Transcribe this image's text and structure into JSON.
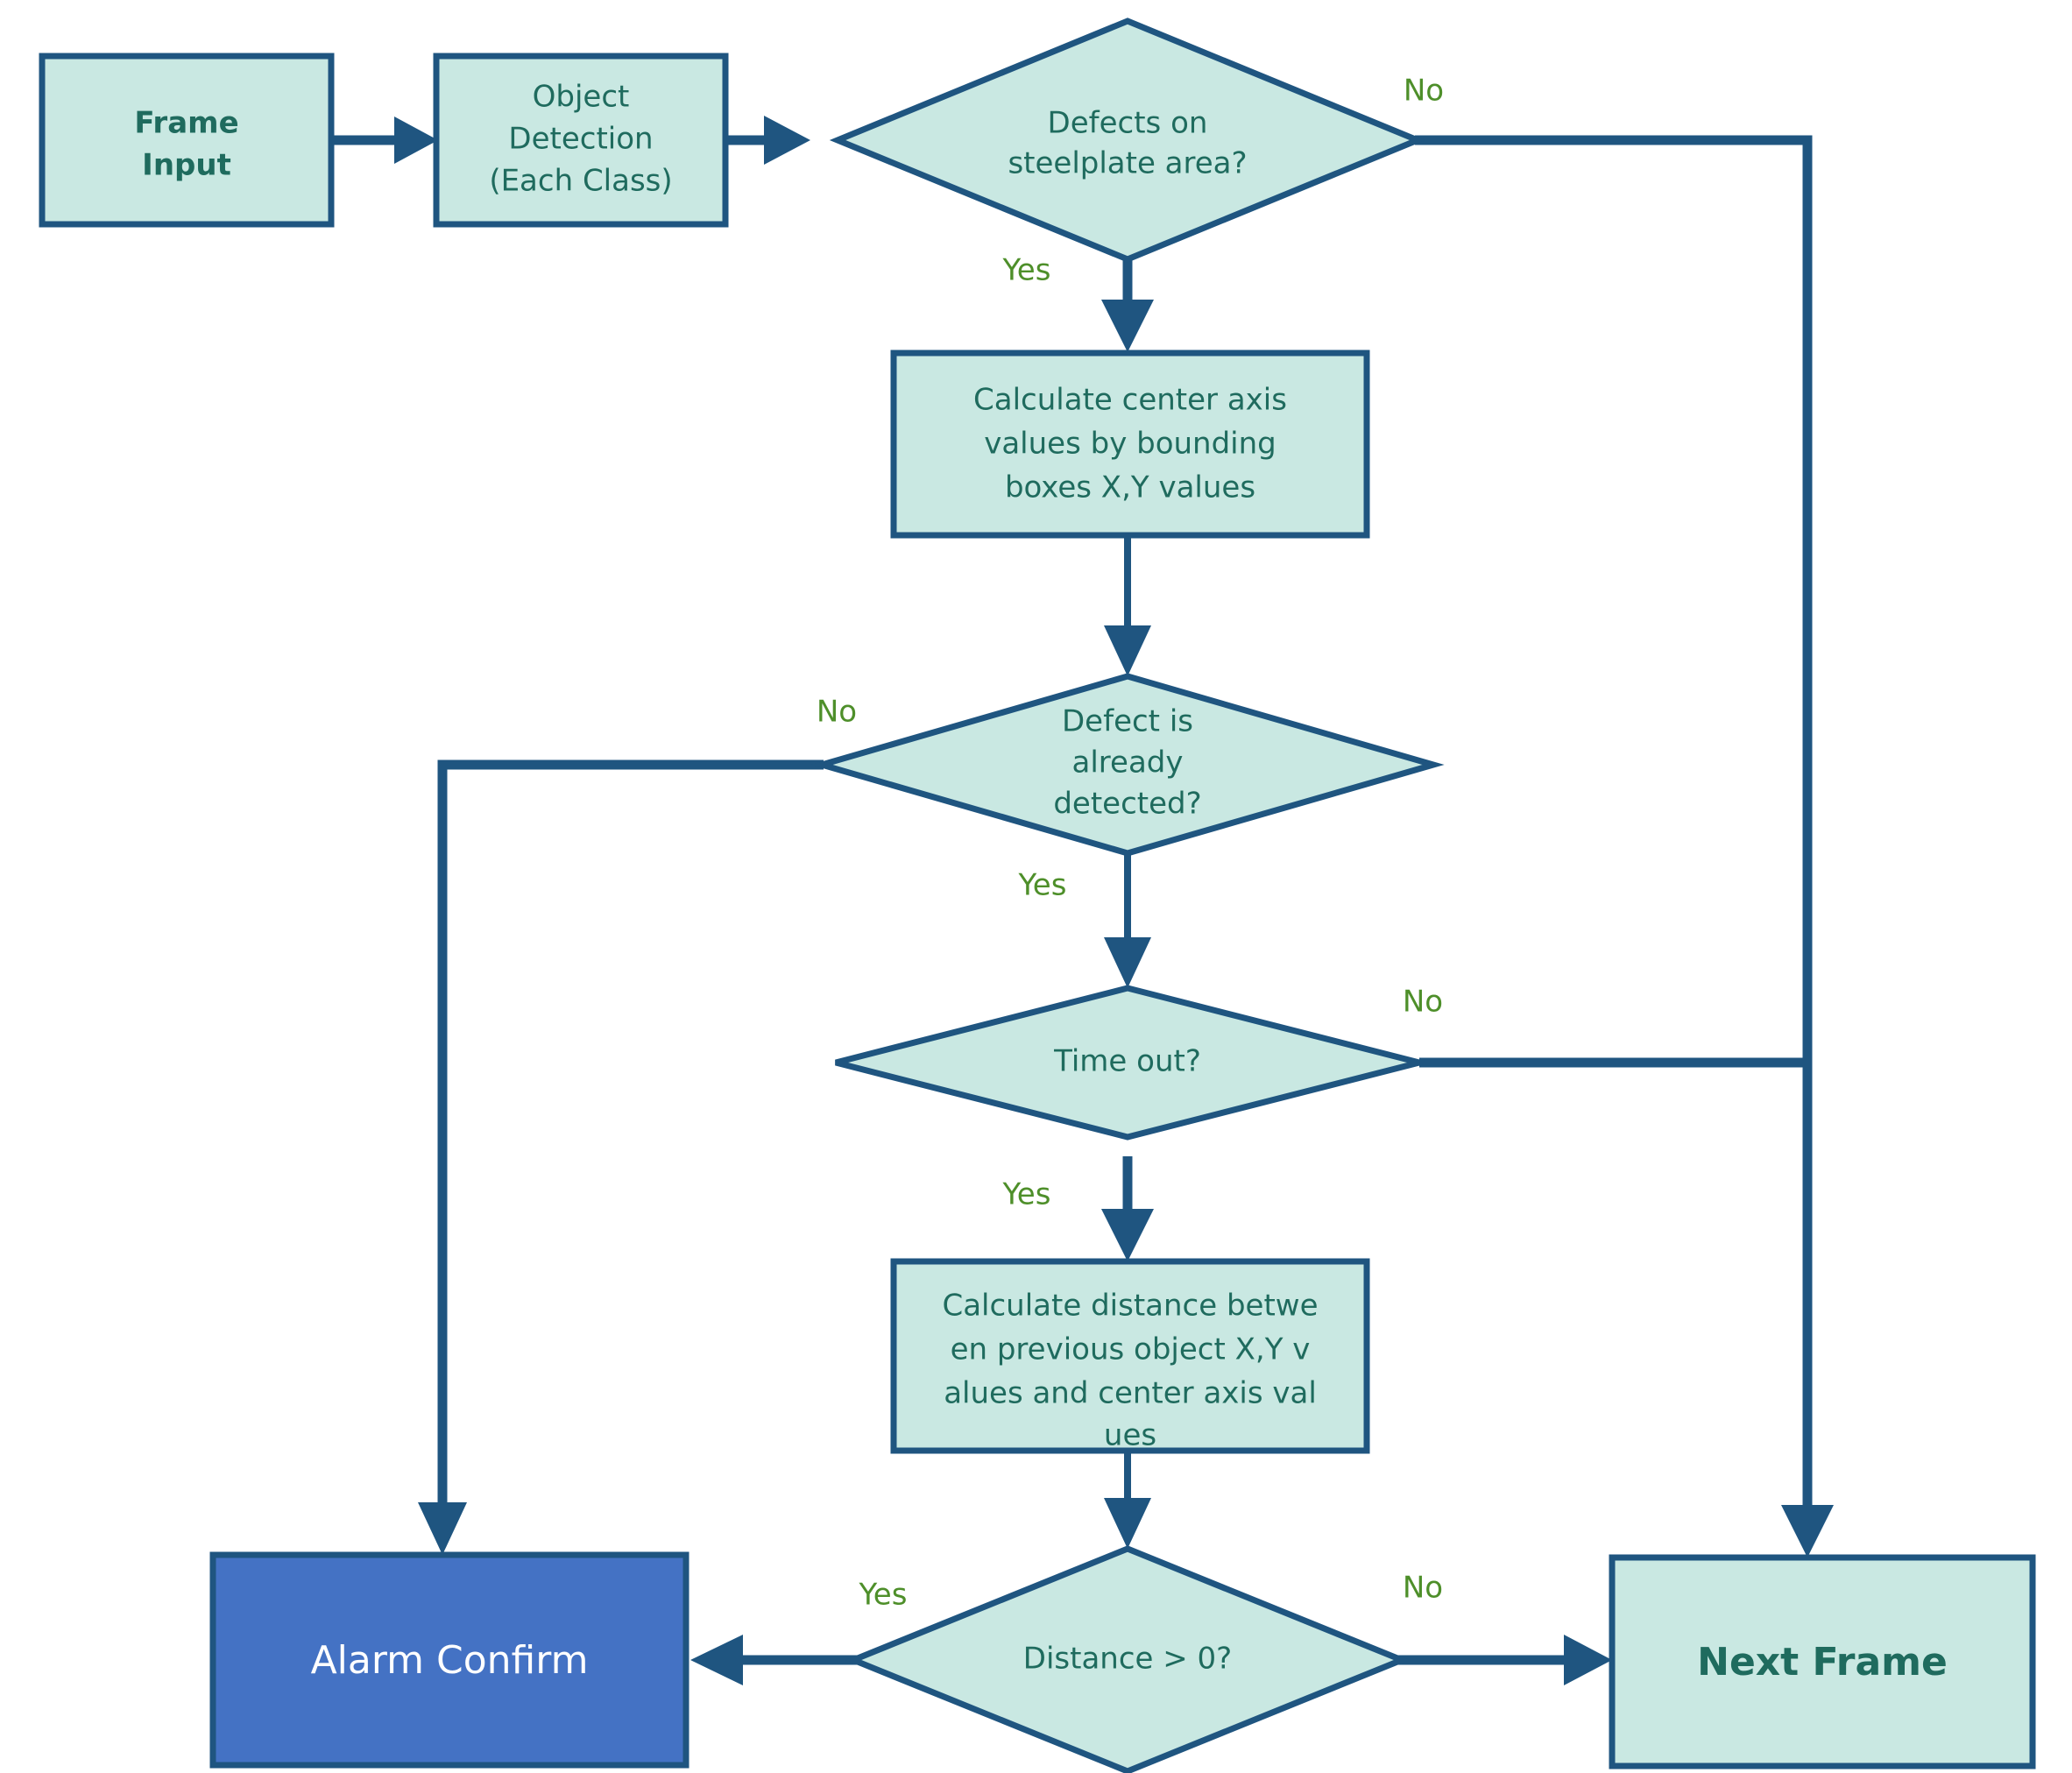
{
  "diagram": {
    "title": "Steel plate defect detection flowchart",
    "colors": {
      "process_fill": "#c9e8e2",
      "terminal_fill": "#4472c4",
      "stroke": "#1f5580",
      "node_text": "#1f6b5e",
      "terminal_text": "#ffffff",
      "edge_label_text": "#4e8f2a",
      "background": "#ffffff"
    },
    "nodes": {
      "frame_input": {
        "shape": "process",
        "lines": [
          "Frame",
          "Input"
        ]
      },
      "object_detection": {
        "shape": "process",
        "lines": [
          "Object",
          "Detection",
          "(Each Class)"
        ]
      },
      "defects_on_steelplate": {
        "shape": "decision",
        "lines": [
          "Defects on",
          "steelplate area?"
        ]
      },
      "calculate_center_axis": {
        "shape": "process",
        "lines": [
          "Calculate center axis",
          "values by bounding",
          "boxes X,Y values"
        ]
      },
      "defect_already_detected": {
        "shape": "decision",
        "lines": [
          "Defect is",
          "already",
          "detected?"
        ]
      },
      "time_out": {
        "shape": "decision",
        "lines": [
          "Time out?"
        ]
      },
      "calculate_distance": {
        "shape": "process",
        "lines": [
          "Calculate distance betwe",
          "en previous object X,Y v",
          "alues and center axis val",
          "ues"
        ]
      },
      "distance_gt_zero": {
        "shape": "decision",
        "lines": [
          "Distance > 0?"
        ]
      },
      "alarm_confirm": {
        "shape": "terminal",
        "lines": [
          "Alarm Confirm"
        ]
      },
      "next_frame": {
        "shape": "process",
        "lines": [
          "Next Frame"
        ]
      }
    },
    "edge_labels": {
      "defects_no": "No",
      "defects_yes": "Yes",
      "already_detected_no": "No",
      "already_detected_yes": "Yes",
      "timeout_no": "No",
      "timeout_yes": "Yes",
      "distance_yes": "Yes",
      "distance_no": "No"
    }
  }
}
